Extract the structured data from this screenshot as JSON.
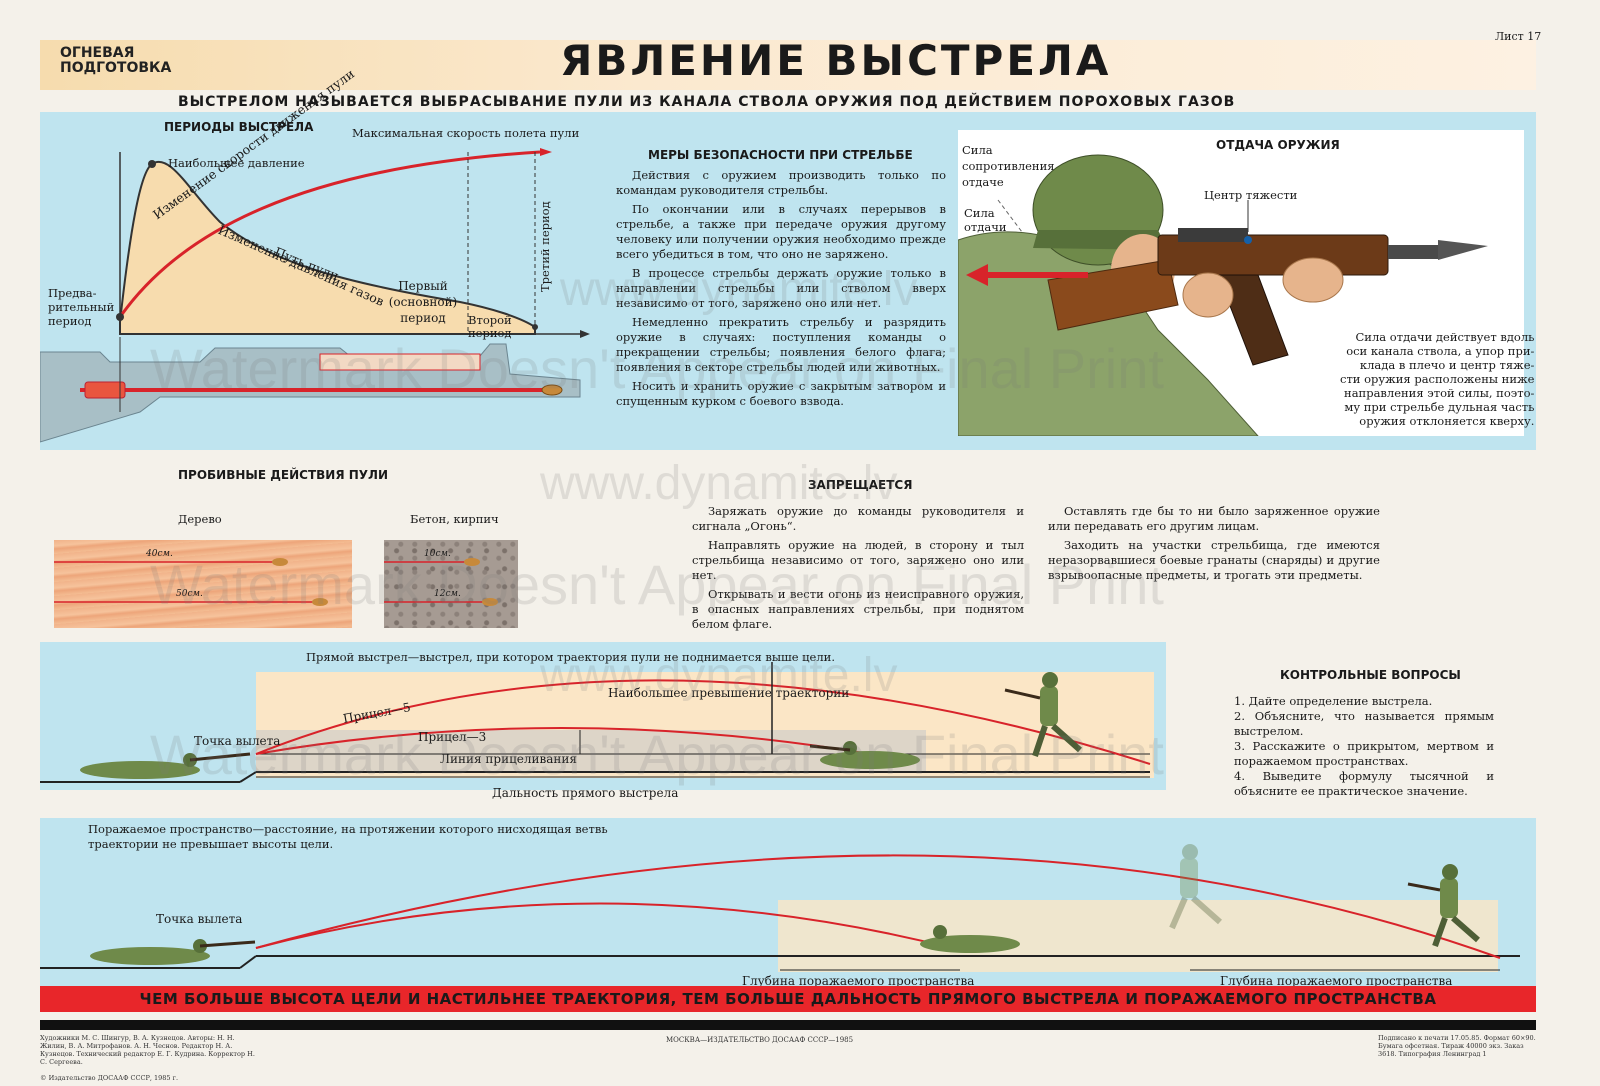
{
  "sheet": "Лист 17",
  "section": [
    "ОГНЕВАЯ",
    "ПОДГОТОВКА"
  ],
  "title": "ЯВЛЕНИЕ ВЫСТРЕЛА",
  "definition": "ВЫСТРЕЛОМ НАЗЫВАЕТСЯ ВЫБРАСЫВАНИЕ ПУЛИ ИЗ КАНАЛА СТВОЛА ОРУЖИЯ ПОД ДЕЙСТВИЕМ ПОРОХОВЫХ ГАЗОВ",
  "periods": {
    "heading": "ПЕРИОДЫ ВЫСТРЕЛА",
    "max_speed": "Максимальная скорость полета пули",
    "max_pressure": "Наибольшее давление",
    "speed_change": "Изменение скорости движения пули",
    "pressure_change": "Изменение давления газов",
    "bullet_path": "Путь пули",
    "first": [
      "Первый",
      "(основной)",
      "период"
    ],
    "second": [
      "Второй",
      "период"
    ],
    "third": "Третий период",
    "pre": [
      "Предва-",
      "рительный",
      "период"
    ]
  },
  "safety": {
    "heading": "МЕРЫ БЕЗОПАСНОСТИ ПРИ СТРЕЛЬБЕ",
    "paragraphs": [
      "Действия с оружием производить только по командам руководителя стрельбы.",
      "По окончании или в случаях перерывов в стрельбе, а также при передаче оружия другому человеку или получении оружия необходимо прежде всего убедиться в том, что оно не заряжено.",
      "В процессе стрельбы держать оружие только в направлении стрельбы или стволом вверх независимо от того, заряжено оно или нет.",
      "Немедленно прекратить стрельбу и разрядить оружие в случаях: поступления команды о прекращении стрельбы; появления белого флага; появления в секторе стрельбы людей или животных.",
      "Носить и хранить оружие с закрытым затвором и спущенным курком с боевого взвода."
    ]
  },
  "recoil": {
    "heading": "ОТДАЧА ОРУЖИЯ",
    "resistance": [
      "Сила",
      "сопротивления",
      "отдаче"
    ],
    "force": [
      "Сила",
      "отдачи"
    ],
    "center": "Центр тяжести",
    "text": [
      "Сила отдачи действует вдоль",
      "оси канала ствола, а упор при-",
      "клада в плечо и центр тяже-",
      "сти оружия расположены ниже",
      "направления этой силы, поэто-",
      "му при стрельбе дульная часть",
      "оружия отклоняется кверху."
    ]
  },
  "penetration": {
    "heading": "ПРОБИВНЫЕ ДЕЙСТВИЯ ПУЛИ",
    "wood": "Дерево",
    "concrete": "Бетон, кирпич",
    "wood_depths": [
      "40см.",
      "50см."
    ],
    "concrete_depths": [
      "10см.",
      "12см."
    ]
  },
  "forbidden": {
    "heading": "ЗАПРЕЩАЕТСЯ",
    "left": [
      "Заряжать оружие до команды руководителя и сигнала „Огонь“.",
      "Направлять оружие на людей, в сторону и тыл стрельбища независимо от того, заряжено оно или нет.",
      "Открывать и вести огонь из неисправного оружия, в опасных направлениях стрельбы, при поднятом белом флаге."
    ],
    "right": [
      "Оставлять где бы то ни было заряженное оружие или передавать его другим лицам.",
      "Заходить на участки стрельбища, где имеются неразорвавшиеся боевые гранаты (снаряды) и другие взрывоопасные предметы, и трогать эти предметы."
    ]
  },
  "direct": {
    "definition": "Прямой выстрел—выстрел, при котором траектория пули не поднимается выше цели.",
    "max_exceed": "Наибольшее превышение траектории",
    "sight5": "Прицел—5",
    "sight3": "Прицел—3",
    "aim_line": "Линия прицеливания",
    "exit_point": "Точка вылета",
    "range": "Дальность прямого выстрела"
  },
  "questions": {
    "heading": "КОНТРОЛЬНЫЕ ВОПРОСЫ",
    "items": [
      "1. Дайте определение выстрела.",
      "2. Объясните, что называется прямым выстрелом.",
      "3. Расскажите о прикрытом, мертвом и поражаемом пространствах.",
      "4. Выведите формулу тысячной и объясните ее практическое значение."
    ]
  },
  "hit_space": {
    "definition": "Поражаемое пространство—расстояние, на протяжении которого нисходящая ветвь траектории не превышает высоты цели.",
    "exit_point": "Точка вылета",
    "depth1": "Глубина поражаемого пространства",
    "depth2": "Глубина поражаемого пространства"
  },
  "bottom_banner": "ЧЕМ БОЛЬШЕ ВЫСОТА ЦЕЛИ И НАСТИЛЬНЕЕ ТРАЕКТОРИЯ, ТЕМ БОЛЬШЕ ДАЛЬНОСТЬ ПРЯМОГО ВЫСТРЕЛА И ПОРАЖАЕМОГО ПРОСТРАНСТВА",
  "footer": {
    "credits": "Художники М. С. Шингур, В. А. Кузнецов. Авторы: Н. Н. Жилин, В. А. Митрофанов. А. Н. Чеснов. Редактор Н. А. Кузнецов. Технический редактор Е. Г. Кудрина. Корректор Н. С. Сергеева.",
    "copyright": "© Издательство ДОСААФ СССР, 1985 г.",
    "publisher": "МОСКВА—ИЗДАТЕЛЬСТВО ДОСААФ СССР—1985",
    "print_info": "Подписано к печати 17.05.85. Формат 60×90. Бумага офсетная. Тираж 40000 экз. Заказ 3618. Типография Ленинград 1"
  },
  "watermarks": [
    "www.dynamite.lv",
    "Watermark Doesn't Appear on Final Print"
  ],
  "colors": {
    "sky": "#bfe4ef",
    "red": "#d8232a",
    "sand": "#f7dcae",
    "banner": "#e8262a"
  }
}
